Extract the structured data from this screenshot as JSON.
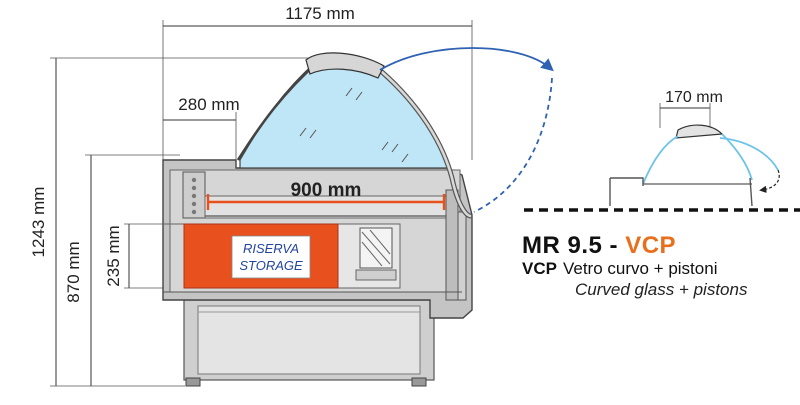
{
  "dimensions": {
    "total_length": "1175 mm",
    "top_depth": "280 mm",
    "total_height": "1243 mm",
    "counter_height": "870 mm",
    "inner_height": "235 mm",
    "shelf_width": "900 mm",
    "detail_width": "170 mm"
  },
  "storage_label": {
    "line1": "RISERVA",
    "line2": "STORAGE"
  },
  "model": {
    "name": "MR 9.5 - ",
    "code": "VCP",
    "code_repeat": "VCP",
    "italian_desc": "Vetro curvo + pistoni",
    "english_desc": "Curved glass + pistons"
  },
  "colors": {
    "accent_orange": "#e8501e",
    "text_orange": "#e8701d",
    "glass_blue": "#bfe6f7",
    "arc_blue": "#2f62b3",
    "body_grey": "#c8c8c8"
  }
}
